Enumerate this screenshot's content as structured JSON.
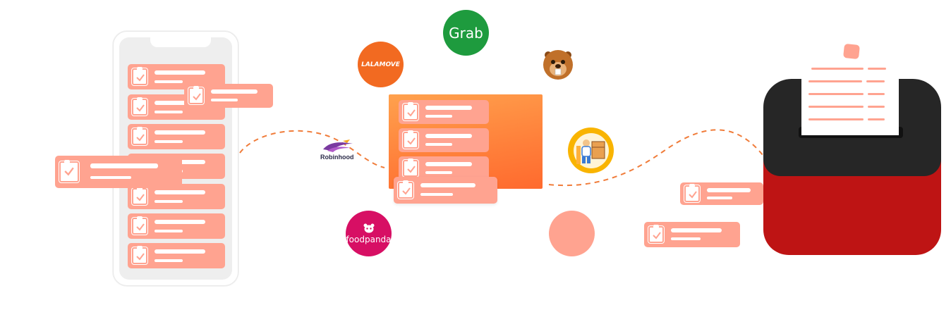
{
  "logos": {
    "grab": {
      "text": "Grab",
      "color": "#1e9b3e"
    },
    "lalamove": {
      "text": "LALAMOVE",
      "color": "#f26a21"
    },
    "robinhood": {
      "text": "Robinhood",
      "color": "#5a2a82"
    },
    "foodpanda": {
      "text": "foodpanda",
      "color": "#d70f64"
    },
    "beaver": {
      "icon": "beaver-mascot-icon",
      "color": "#c0702a"
    },
    "delivery": {
      "icon": "delivery-courier-icon",
      "color": "#f9b400"
    },
    "blank": {
      "color": "#ffa390"
    }
  },
  "colors": {
    "card": "#ffa390",
    "panel": "#ff8a3d",
    "printer_body": "#be1414",
    "printer_top": "#262626",
    "dash": "#f07c3a"
  }
}
